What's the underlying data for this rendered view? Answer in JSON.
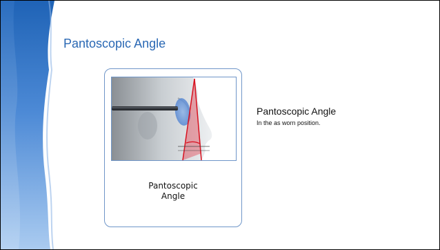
{
  "slide": {
    "title": "Pantoscopic Angle",
    "accent_color": "#2a68b4"
  },
  "figure": {
    "illustration": "face-profile-with-glasses-pantoscopic-angle",
    "caption_line1": "Pantoscopic",
    "caption_line2": "Angle"
  },
  "description": {
    "heading": "Pantoscopic Angle",
    "text": "In the as worn position."
  }
}
